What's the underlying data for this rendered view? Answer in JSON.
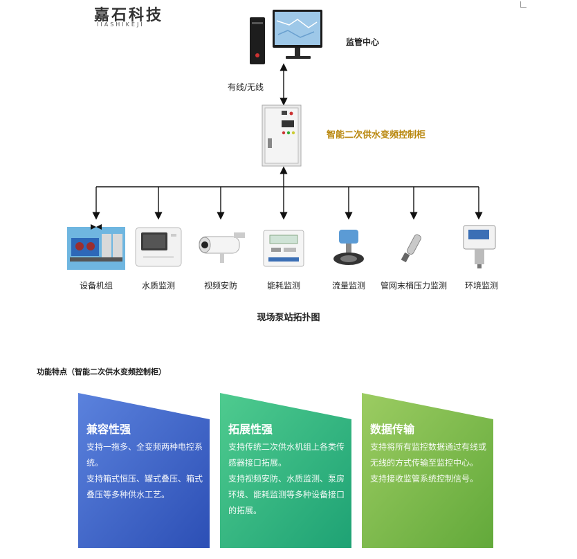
{
  "logo": {
    "name_cn": "嘉石科技",
    "name_en": "IIASHIKEJI"
  },
  "diagram": {
    "monitor_center_label": "监管中心",
    "link_label": "有线/无线",
    "cabinet_label": "智能二次供水变频控制柜",
    "devices": [
      {
        "label": "设备机组",
        "icon": "pump-unit-icon"
      },
      {
        "label": "水质监测",
        "icon": "water-quality-analyzer-icon"
      },
      {
        "label": "视频安防",
        "icon": "security-camera-icon"
      },
      {
        "label": "能耗监测",
        "icon": "energy-meter-icon"
      },
      {
        "label": "流量监测",
        "icon": "flow-meter-icon"
      },
      {
        "label": "管网末梢压力监测",
        "icon": "pressure-sensor-icon"
      },
      {
        "label": "环境监测",
        "icon": "environment-sensor-icon"
      }
    ],
    "caption": "现场泵站拓扑图"
  },
  "features": {
    "section_title": "功能特点（智能二次供水变频控制柜）",
    "cards": [
      {
        "title": "兼容性强",
        "lines": [
          "支持一拖多、全变频两种电控系统。",
          "支持箱式恒压、罐式叠压、箱式叠压等多种供水工艺。"
        ],
        "color": "#3a5fc4"
      },
      {
        "title": "拓展性强",
        "lines": [
          "支持传统二次供水机组上各类传感器接口拓展。",
          "支持视频安防、水质监测、泵房环境、能耗监测等多种设备接口的拓展。"
        ],
        "color": "#27b383"
      },
      {
        "title": "数据传输",
        "lines": [
          "支持将所有监控数据通过有线或无线的方式传输至监控中心。",
          "支持接收监管系统控制信号。"
        ],
        "color": "#7ab648"
      }
    ]
  }
}
